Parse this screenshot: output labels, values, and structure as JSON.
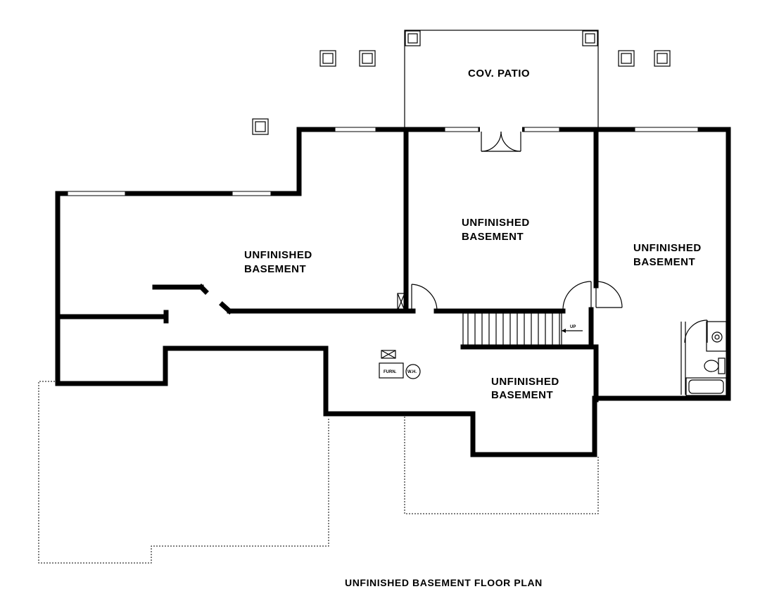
{
  "plan": {
    "title": "UNFINISHED BASEMENT FLOOR PLAN",
    "patio_label": "COV. PATIO",
    "rooms": [
      {
        "line1": "UNFINISHED",
        "line2": "BASEMENT"
      },
      {
        "line1": "UNFINISHED",
        "line2": "BASEMENT"
      },
      {
        "line1": "UNFINISHED",
        "line2": "BASEMENT"
      },
      {
        "line1": "UNFINISHED",
        "line2": "BASEMENT"
      }
    ],
    "equipment": {
      "furnace": "FURN.",
      "water_heater": "W.H.",
      "stair_up": "UP"
    }
  }
}
